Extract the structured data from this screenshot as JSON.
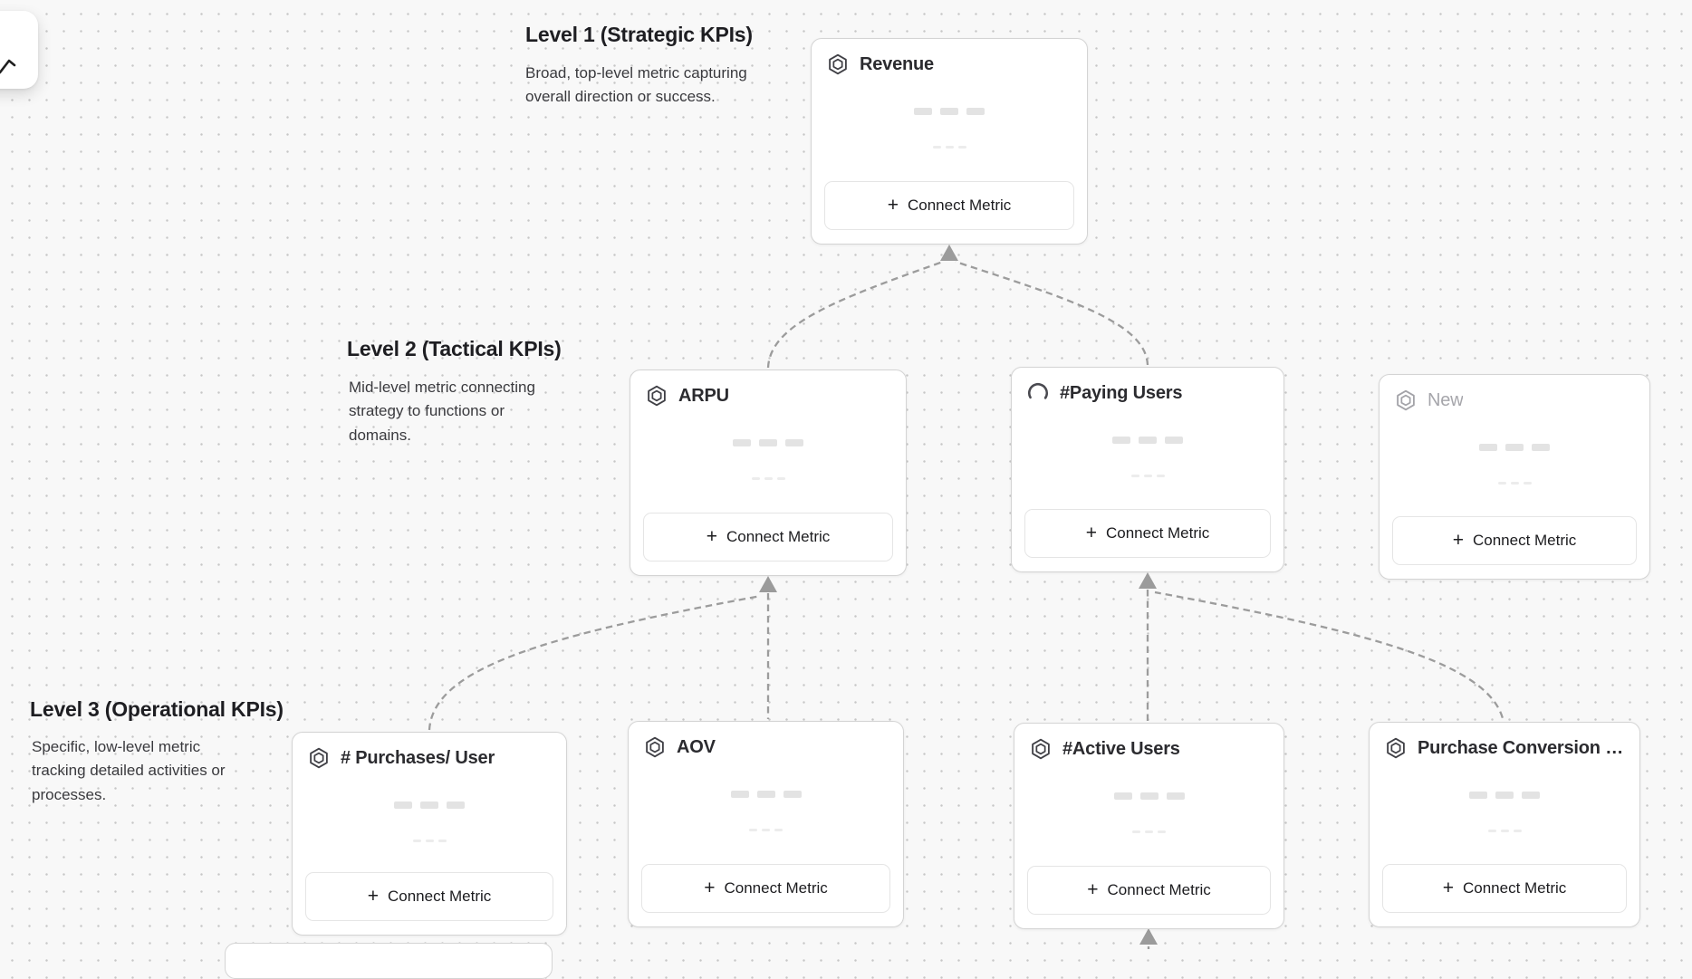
{
  "canvas": {
    "background_color": "#f8f8f8",
    "dot_color": "#c7c7c7",
    "connector_color": "#9c9c9c"
  },
  "toolbar": {
    "tool": "cursor"
  },
  "levels": [
    {
      "title": "Level 1 (Strategic KPIs)",
      "description": "Broad, top-level metric capturing overall direction or success."
    },
    {
      "title": "Level 2 (Tactical KPIs)",
      "description": "Mid-level metric connecting strategy to functions or domains."
    },
    {
      "title": "Level 3 (Operational KPIs)",
      "description": "Specific, low-level metric tracking detailed activities or processes."
    }
  ],
  "ui": {
    "connect_metric_label": "Connect Metric",
    "plus_sign": "+"
  },
  "cards": [
    {
      "id": "revenue",
      "title": "Revenue",
      "level": 1,
      "icon": "hexagon-icon",
      "muted": false
    },
    {
      "id": "arpu",
      "title": "ARPU",
      "level": 2,
      "icon": "hexagon-icon",
      "muted": false
    },
    {
      "id": "paying",
      "title": "#Paying Users",
      "level": 2,
      "icon": "spinner-icon",
      "muted": false
    },
    {
      "id": "new",
      "title": "New",
      "level": 2,
      "icon": "hexagon-icon",
      "muted": true
    },
    {
      "id": "purchases",
      "title": "# Purchases/ User",
      "level": 3,
      "icon": "hexagon-icon",
      "muted": false
    },
    {
      "id": "aov",
      "title": "AOV",
      "level": 3,
      "icon": "hexagon-icon",
      "muted": false
    },
    {
      "id": "active",
      "title": "#Active Users",
      "level": 3,
      "icon": "hexagon-icon",
      "muted": false
    },
    {
      "id": "pcr",
      "title": "Purchase Conversion Rate",
      "level": 3,
      "icon": "hexagon-icon",
      "muted": false
    }
  ],
  "edges": [
    {
      "from": "ARPU",
      "to": "Revenue"
    },
    {
      "from": "#Paying Users",
      "to": "Revenue"
    },
    {
      "from": "# Purchases/ User",
      "to": "ARPU"
    },
    {
      "from": "AOV",
      "to": "ARPU"
    },
    {
      "from": "#Active Users",
      "to": "#Paying Users"
    },
    {
      "from": "Purchase Conversion Rate",
      "to": "#Paying Users"
    }
  ]
}
